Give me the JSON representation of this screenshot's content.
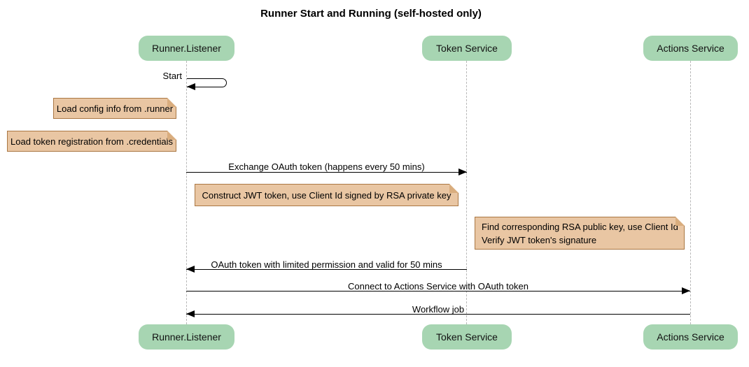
{
  "diagram": {
    "title": "Runner Start and Running (self-hosted only)",
    "type": "sequence-diagram"
  },
  "participants": [
    {
      "label": "Runner.Listener"
    },
    {
      "label": "Token Service"
    },
    {
      "label": "Actions Service"
    }
  ],
  "messages": [
    {
      "label": "Start",
      "from": "Runner.Listener",
      "to": "Runner.Listener",
      "kind": "self"
    },
    {
      "label": "Exchange OAuth token (happens every 50 mins)",
      "from": "Runner.Listener",
      "to": "Token Service",
      "kind": "arrow"
    },
    {
      "label": "OAuth token with limited permission and valid for 50 mins",
      "from": "Token Service",
      "to": "Runner.Listener",
      "kind": "arrow"
    },
    {
      "label": "Connect to Actions Service with OAuth token",
      "from": "Runner.Listener",
      "to": "Actions Service",
      "kind": "arrow"
    },
    {
      "label": "Workflow job",
      "from": "Actions Service",
      "to": "Runner.Listener",
      "kind": "arrow"
    }
  ],
  "notes": [
    {
      "text": "Load config info from .runner"
    },
    {
      "text": "Load token registration from .credentials"
    },
    {
      "text": "Construct JWT token, use Client Id signed by RSA private key"
    },
    {
      "text": "Find corresponding RSA public key, use Client Id\nVerify JWT token's signature"
    }
  ],
  "colors": {
    "background": "#ffffff",
    "actor-fill": "#a7d5b2",
    "actor-text": "#111111",
    "note-fill": "#e9c6a3",
    "note-border": "#aa7743",
    "note-fold": "#d9ad7e",
    "lifeline": "#b8b8b8",
    "arrow": "#000000",
    "text": "#000000"
  }
}
